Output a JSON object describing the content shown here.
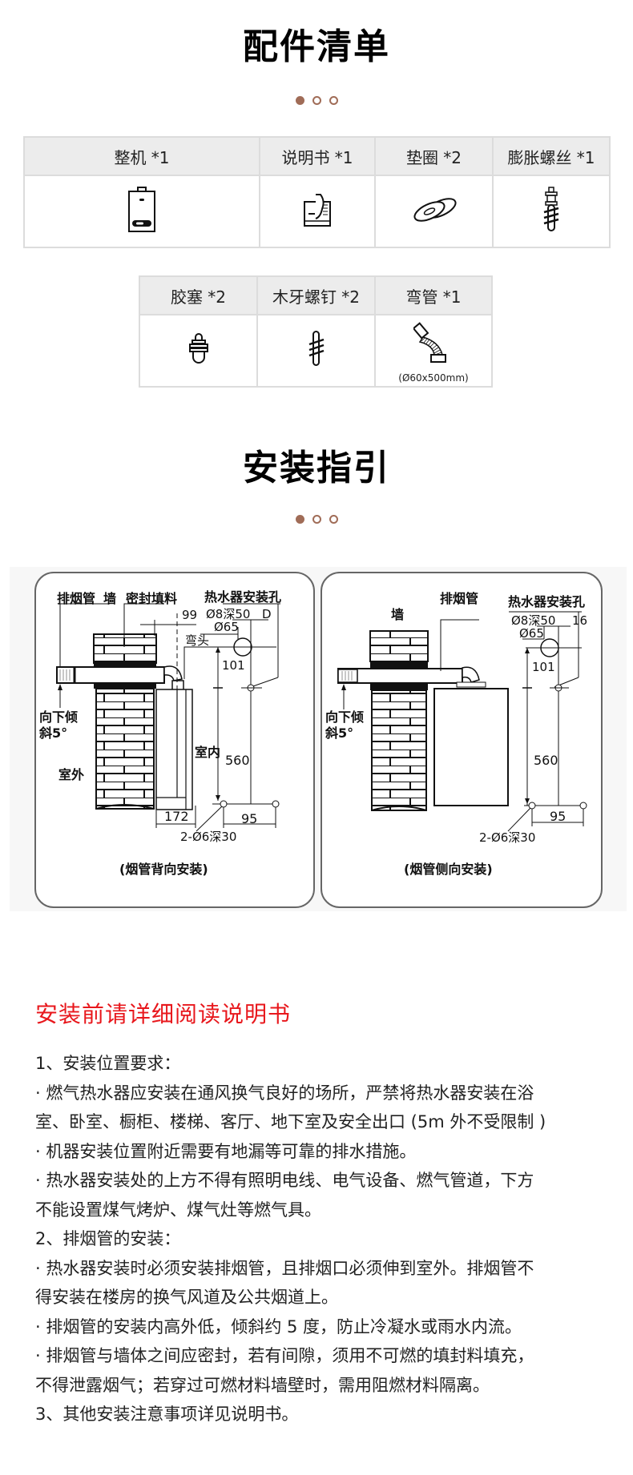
{
  "parts_section": {
    "title": "配件清单",
    "row1": [
      {
        "label": "整机 *1",
        "icon": "water-heater-icon"
      },
      {
        "label": "说明书 *1",
        "icon": "manual-icon"
      },
      {
        "label": "垫圈 *2",
        "icon": "washer-icon"
      },
      {
        "label": "膨胀螺丝 *1",
        "icon": "expansion-screw-icon"
      }
    ],
    "row2": [
      {
        "label": "胶塞 *2",
        "icon": "rubber-plug-icon"
      },
      {
        "label": "木牙螺钉 *2",
        "icon": "wood-screw-icon"
      },
      {
        "label": "弯管 *1",
        "icon": "elbow-pipe-icon",
        "note": "(Ø60x500mm)"
      }
    ]
  },
  "install_section": {
    "title": "安装指引",
    "diagram_left": {
      "caption": "(烟管背向安装)",
      "labels": {
        "flue": "排烟管",
        "wall": "墙",
        "sealant": "密封填料",
        "hole": "热水器安装孔",
        "dim_99": "99",
        "hole_d8": "Ø8深50",
        "dim_d": "D",
        "hole_d65": "Ø65",
        "elbow": "弯头",
        "dim_101": "101",
        "tilt_1": "向下倾",
        "tilt_2": "斜5°",
        "indoor": "室内",
        "outdoor": "室外",
        "dim_560": "560",
        "dim_172": "172",
        "dim_95": "95",
        "bottom_hole": "2-Ø6深30"
      }
    },
    "diagram_right": {
      "caption": "(烟管侧向安装)",
      "labels": {
        "wall": "墙",
        "flue": "排烟管",
        "hole": "热水器安装孔",
        "hole_d8": "Ø8深50",
        "dim_16": "16",
        "hole_d65": "Ø65",
        "dim_101": "101",
        "tilt_1": "向下倾",
        "tilt_2": "斜5°",
        "dim_560": "560",
        "dim_95": "95",
        "bottom_hole": "2-Ø6深30"
      }
    }
  },
  "notice": {
    "heading": "安装前请详细阅读说明书",
    "heading_color": "#e8171c",
    "lines": [
      "1、安装位置要求：",
      "· 燃气热水器应安装在通风换气良好的场所，严禁将热水器安装在浴",
      "室、卧室、橱柜、楼梯、客厅、地下室及安全出口 (5m 外不受限制 )",
      "· 机器安装位置附近需要有地漏等可靠的排水措施。",
      "· 热水器安装处的上方不得有照明电线、电气设备、燃气管道，下方",
      "不能设置煤气烤炉、煤气灶等燃气具。",
      "2、排烟管的安装：",
      "· 热水器安装时必须安装排烟管，且排烟口必须伸到室外。排烟管不",
      "得安装在楼房的换气风道及公共烟道上。",
      "· 排烟管的安装内高外低，倾斜约 5 度，防止冷凝水或雨水内流。",
      "· 排烟管与墙体之间应密封，若有间隙，须用不可燃的填封料填充，",
      "不得泄露烟气；若穿过可燃材料墙壁时，需用阻燃材料隔离。",
      "3、其他安装注意事项详见说明书。"
    ]
  },
  "accent_color": "#a06c57"
}
